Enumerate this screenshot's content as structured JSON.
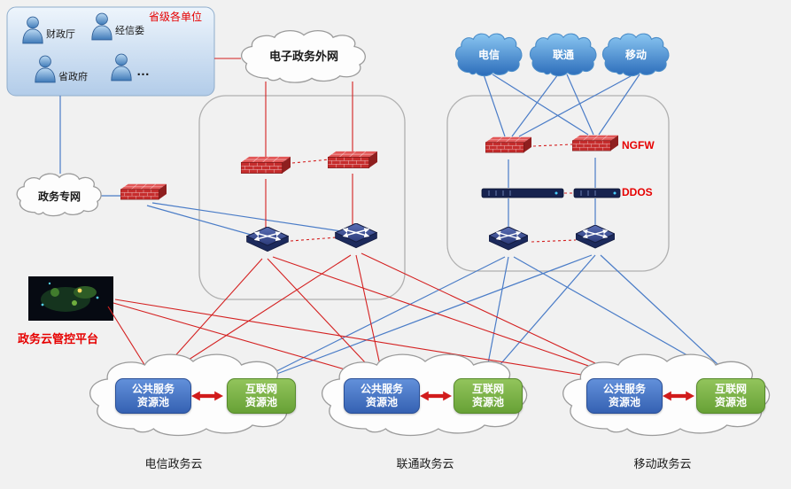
{
  "colors": {
    "background": "#f1f1f1",
    "accent_red": "#e60000",
    "line_blue": "#4a7cc7",
    "line_red": "#d42020",
    "public_pool_blue": "#3e6fc1",
    "internet_pool_green": "#76b043",
    "carrier_cloud_blue": "#2b6cba",
    "firewall_red": "#c62d2d",
    "switch_navy": "#2b3a78"
  },
  "org_box": {
    "title": "省级各单位",
    "members": [
      "财政厅",
      "经信委",
      "省政府",
      "…"
    ]
  },
  "networks": {
    "egov_extranet": "电子政务外网",
    "gov_private_net": "政务专网"
  },
  "carriers": [
    "电信",
    "联通",
    "移动"
  ],
  "security": {
    "ngfw_label": "NGFW",
    "ddos_label": "DDOS"
  },
  "platform": {
    "label": "政务云管控平台"
  },
  "resource_clouds": [
    {
      "name": "电信政务云",
      "public_pool": "公共服务资源池",
      "internet_pool": "互联网资源池"
    },
    {
      "name": "联通政务云",
      "public_pool": "公共服务资源池",
      "internet_pool": "互联网资源池"
    },
    {
      "name": "移动政务云",
      "public_pool": "公共服务资源池",
      "internet_pool": "互联网资源池"
    }
  ],
  "icons": {
    "person": "person-silhouette",
    "firewall": "red-brick-firewall-box",
    "switch": "blue-diamond-switch",
    "ddos": "ddos-appliance-bar",
    "cloud": "cloud-shape",
    "double_arrow": "red-double-arrow",
    "earth": "earth-map-thumbnail"
  }
}
